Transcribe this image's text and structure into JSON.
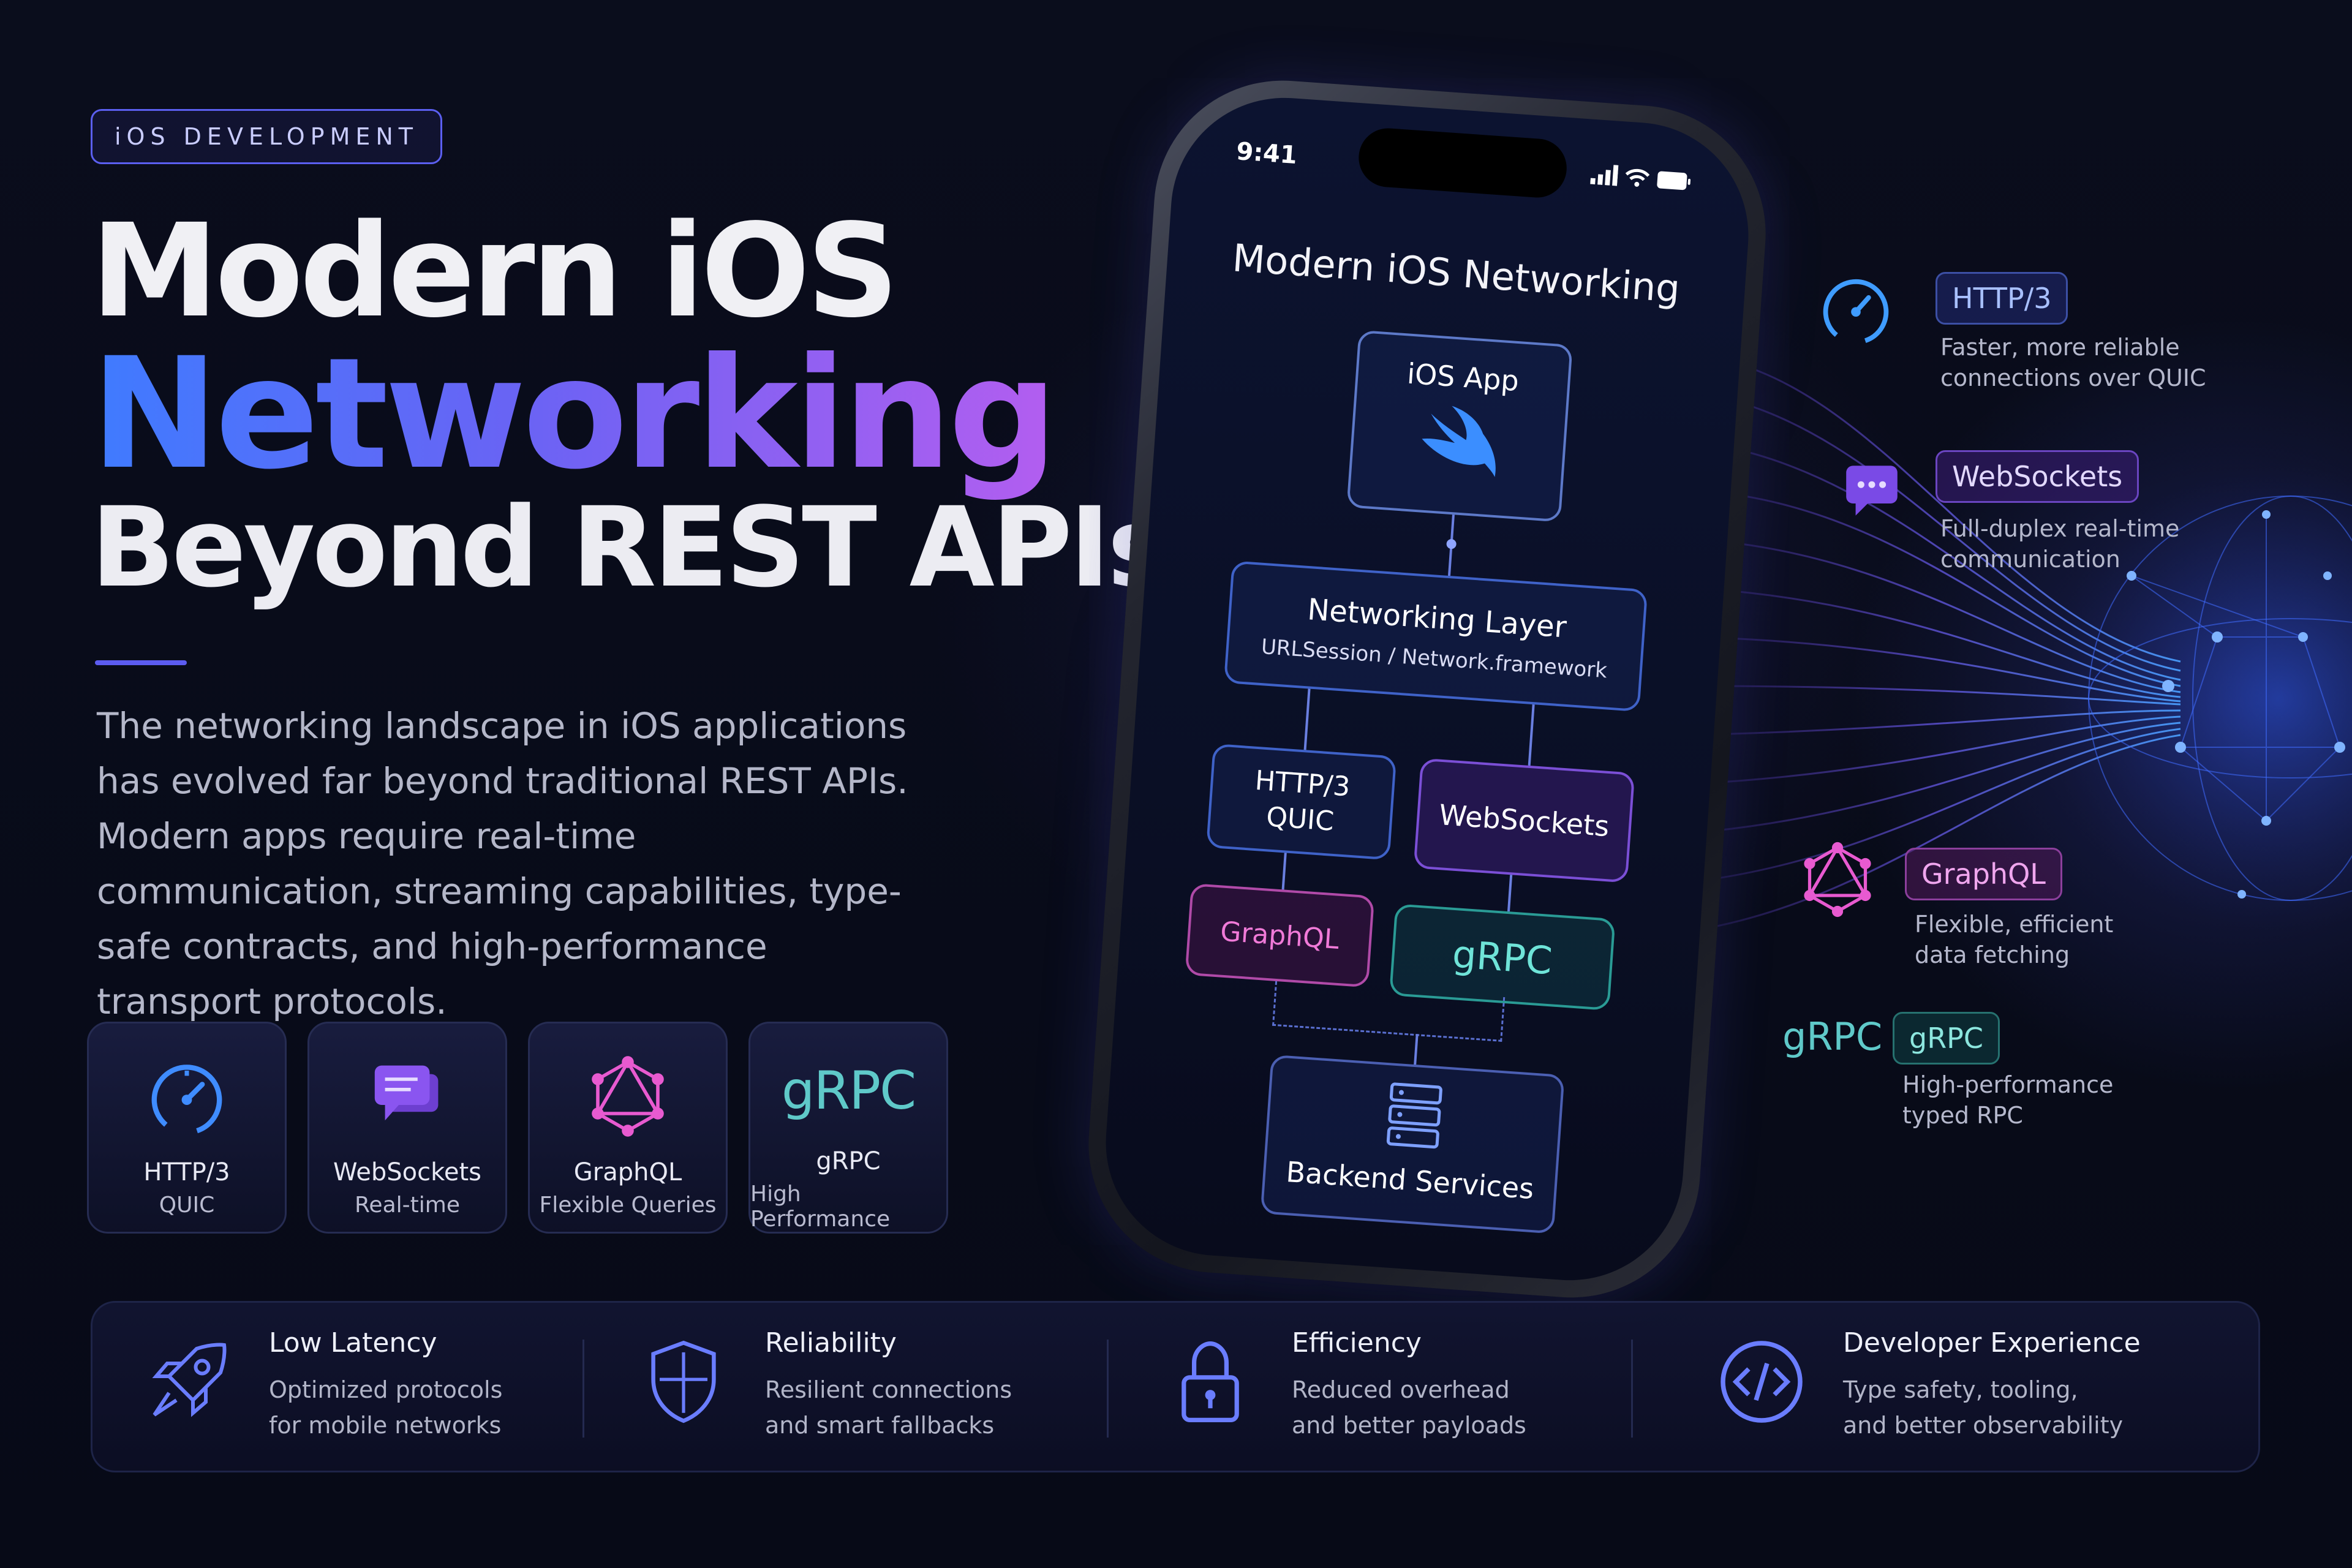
{
  "tag": "iOS DEVELOPMENT",
  "headline": {
    "line1": "Modern iOS",
    "line2": "Networking",
    "line3": "Beyond REST APIs"
  },
  "intro": "The networking landscape in iOS applications has evolved far beyond traditional REST APIs. Modern apps require real-time communication, streaming capabilities, type-safe contracts, and high-performance transport protocols.",
  "cards": [
    {
      "icon": "gauge-icon",
      "title": "HTTP/3",
      "subtitle": "QUIC"
    },
    {
      "icon": "chat-bubble-icon",
      "title": "WebSockets",
      "subtitle": "Real-time"
    },
    {
      "icon": "graphql-icon",
      "title": "GraphQL",
      "subtitle": "Flexible Queries"
    },
    {
      "icon": "grpc-logo",
      "logo_text": "gRPC",
      "title": "gRPC",
      "subtitle": "High Performance"
    }
  ],
  "phone": {
    "time": "9:41",
    "title": "Modern iOS Networking",
    "app_box": "iOS App",
    "layer_title": "Networking Layer",
    "layer_sub": "URLSession / Network.framework",
    "http_line1": "HTTP/3",
    "http_line2": "QUIC",
    "websockets": "WebSockets",
    "graphql": "GraphQL",
    "grpc": "gRPC",
    "backend": "Backend Services"
  },
  "features": [
    {
      "icon": "gauge-icon",
      "label": "HTTP/3",
      "desc_line1": "Faster, more reliable",
      "desc_line2": "connections over QUIC"
    },
    {
      "icon": "chat-bubble-icon",
      "label": "WebSockets",
      "desc_line1": "Full-duplex real-time",
      "desc_line2": "communication"
    },
    {
      "icon": "graphql-icon",
      "label": "GraphQL",
      "desc_line1": "Flexible, efficient",
      "desc_line2": "data fetching"
    },
    {
      "icon": "grpc-logo",
      "logo_text": "gRPC",
      "label": "gRPC",
      "desc_line1": "High-performance",
      "desc_line2": "typed RPC"
    }
  ],
  "bottom": [
    {
      "icon": "rocket-icon",
      "title": "Low Latency",
      "line1": "Optimized protocols",
      "line2": "for mobile networks"
    },
    {
      "icon": "shield-icon",
      "title": "Reliability",
      "line1": "Resilient connections",
      "line2": "and smart fallbacks"
    },
    {
      "icon": "lock-icon",
      "title": "Efficiency",
      "line1": "Reduced overhead",
      "line2": "and better payloads"
    },
    {
      "icon": "code-icon",
      "title": "Developer Experience",
      "line1": "Type safety, tooling,",
      "line2": "and better observability"
    }
  ],
  "colors": {
    "accent_blue": "#3f7bff",
    "accent_purple": "#b35ef0",
    "teal": "#5fc9c9",
    "pink": "#f07ad8",
    "background": "#080b18"
  }
}
